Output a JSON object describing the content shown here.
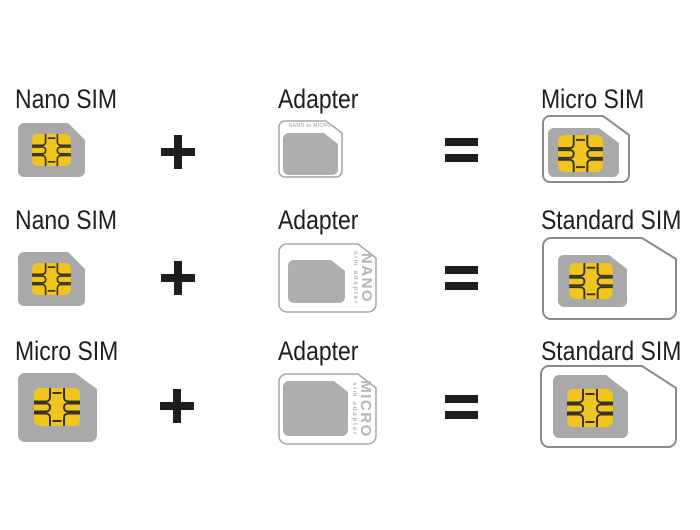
{
  "palette": {
    "background": "#ffffff",
    "label_color": "#1e1e1c",
    "operator_color": "#1d1d1b",
    "sim_gray": "#a9a9a9",
    "cutout_gray": "#aeaeae",
    "chip_yellow": "#f2c51e",
    "chip_line": "#35322b",
    "card_white": "#ffffff",
    "result_border": "#8a8a8a",
    "adapter_border": "#a6a6a6",
    "adapter_text": "#b5b5b5"
  },
  "operators": {
    "plus": "+",
    "equals": "="
  },
  "rows": [
    {
      "left_label": "Nano SIM",
      "adapter_label": "Adapter",
      "adapter_inscription": "NANO to MICRO",
      "right_label": "Micro SIM"
    },
    {
      "left_label": "Nano SIM",
      "adapter_label": "Adapter",
      "adapter_text_main": "NANO",
      "adapter_text_sub": "sim adapter",
      "right_label": "Standard SIM"
    },
    {
      "left_label": "Micro SIM",
      "adapter_label": "Adapter",
      "adapter_text_main": "MICRO",
      "adapter_text_sub": "sim adapter",
      "right_label": "Standard SIM"
    }
  ]
}
